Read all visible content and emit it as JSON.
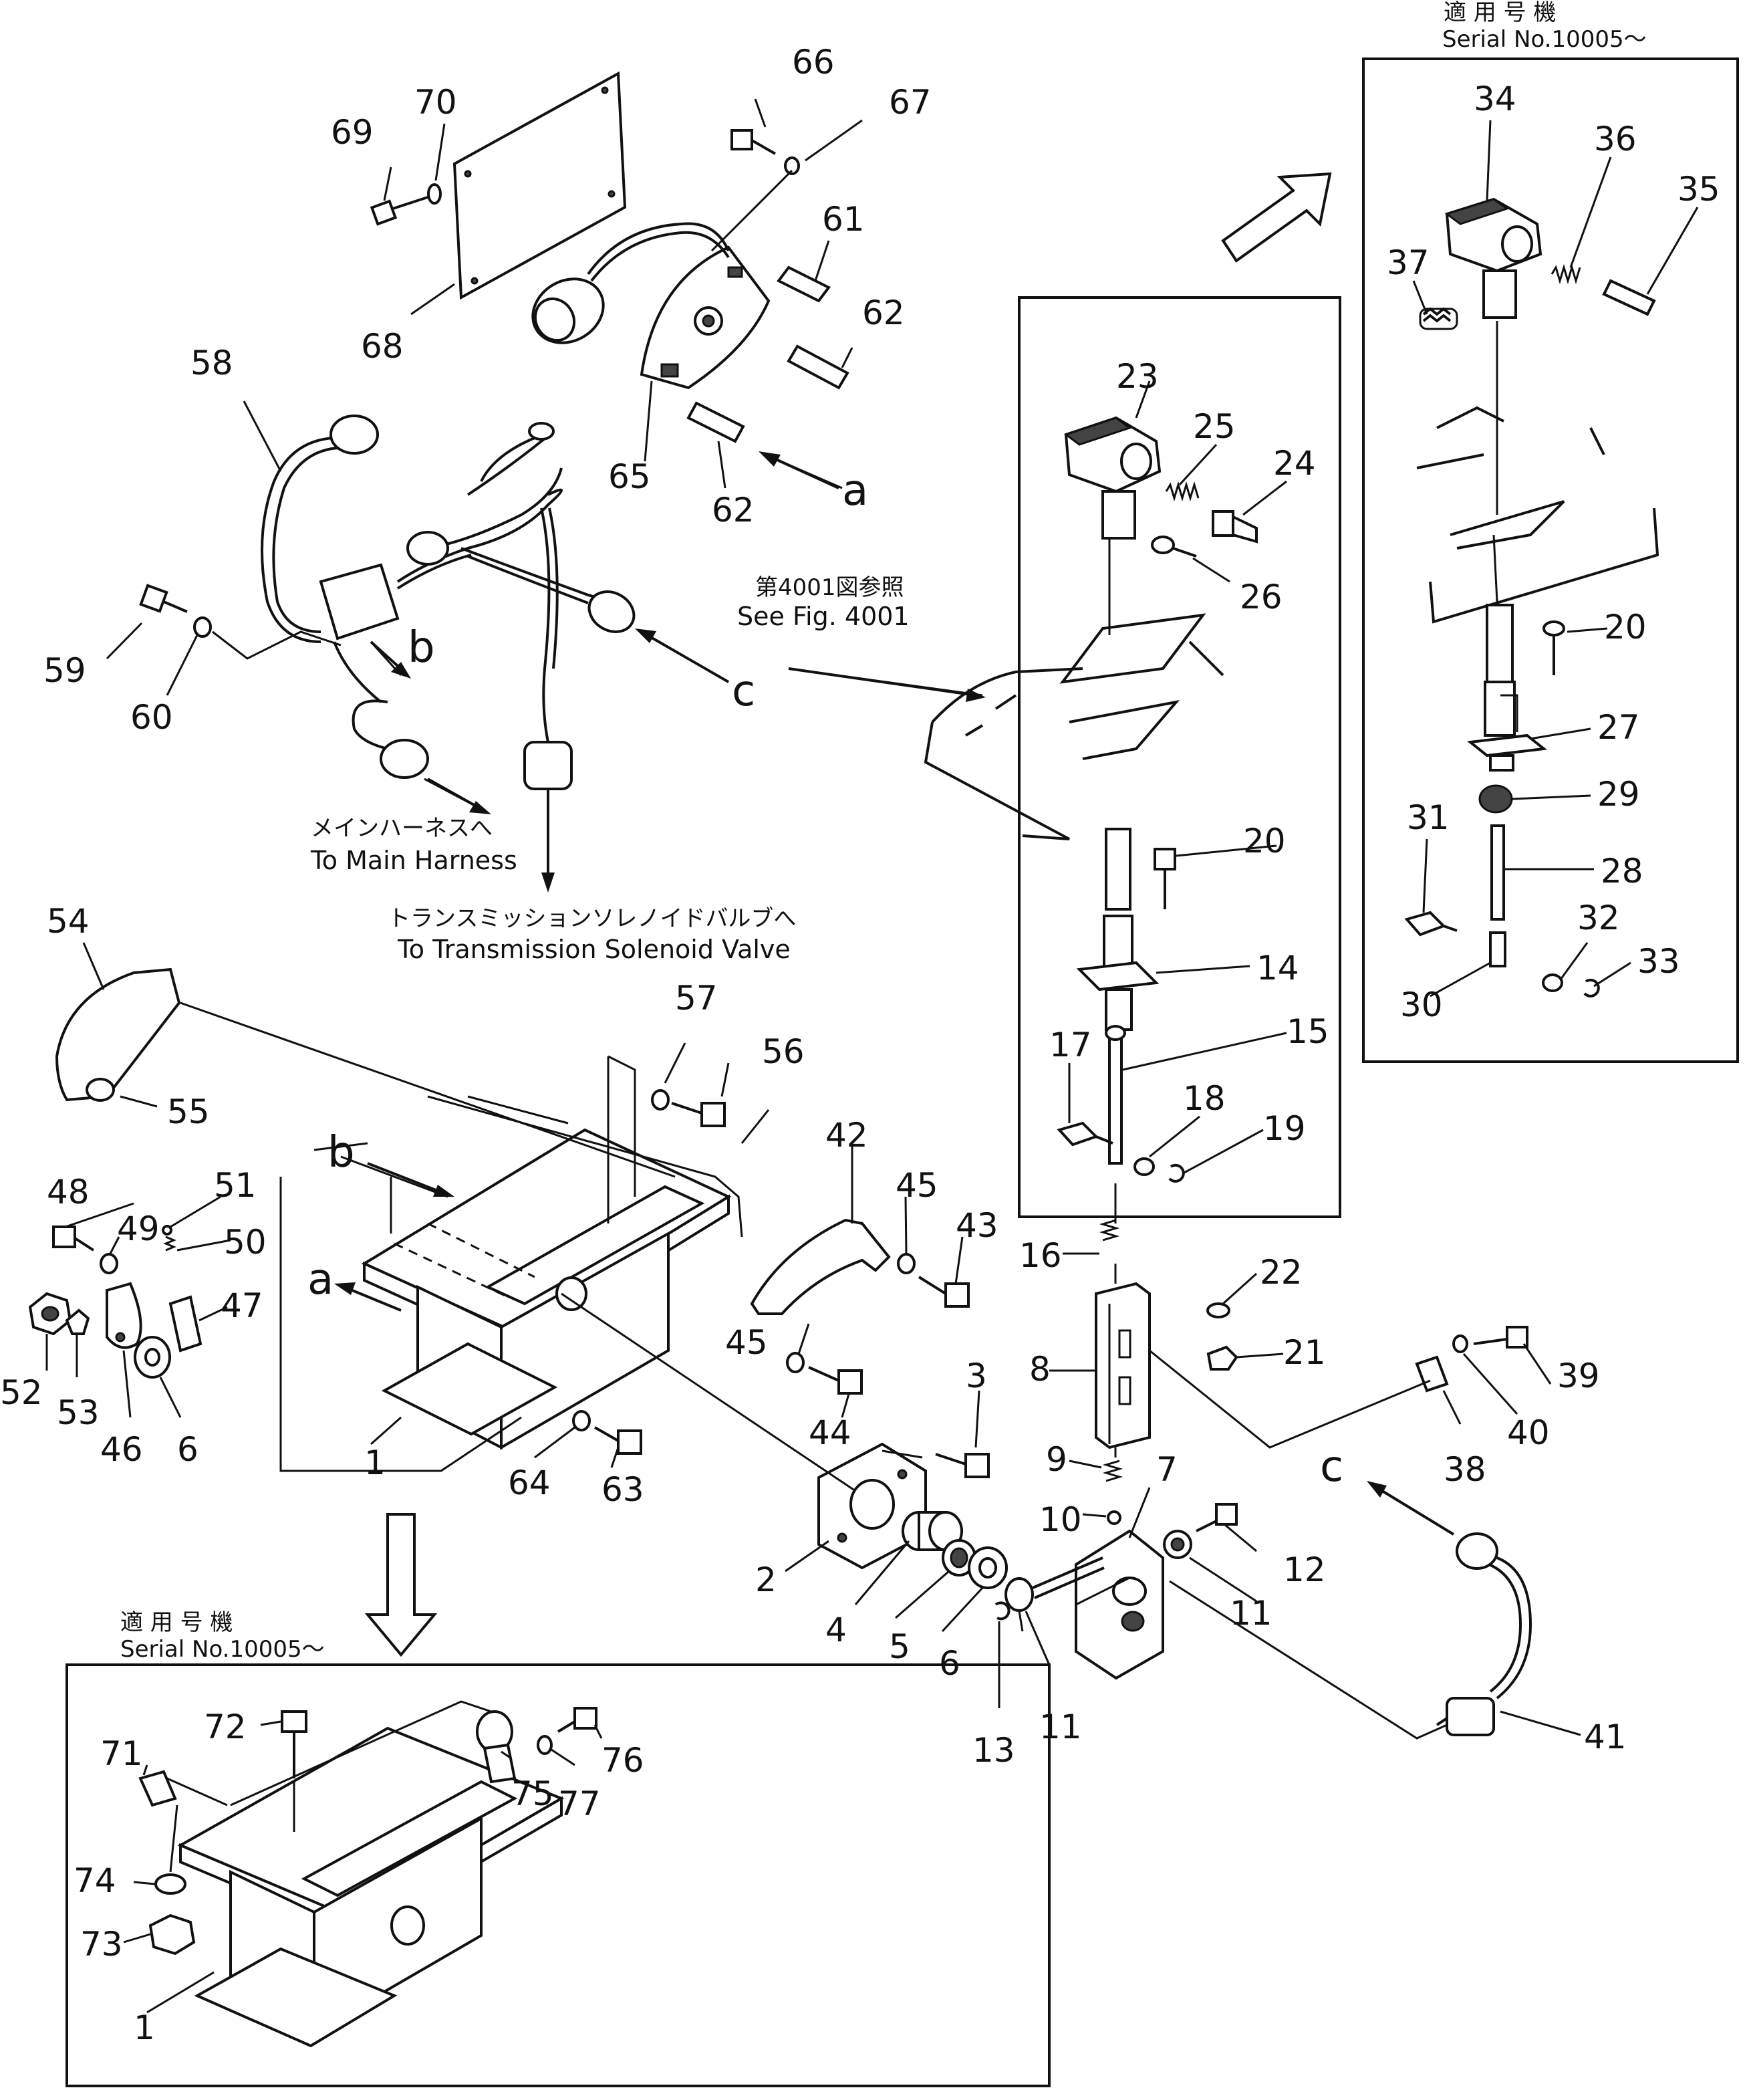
{
  "callouts": [
    "1",
    "2",
    "3",
    "4",
    "5",
    "6",
    "6",
    "7",
    "8",
    "9",
    "10",
    "11",
    "11",
    "12",
    "13",
    "14",
    "15",
    "16",
    "17",
    "18",
    "19",
    "20",
    "20",
    "21",
    "22",
    "23",
    "24",
    "25",
    "26",
    "27",
    "28",
    "29",
    "30",
    "31",
    "32",
    "33",
    "34",
    "35",
    "36",
    "37",
    "38",
    "39",
    "40",
    "41",
    "42",
    "43",
    "44",
    "45",
    "45",
    "46",
    "47",
    "48",
    "49",
    "50",
    "51",
    "52",
    "53",
    "54",
    "55",
    "56",
    "57",
    "58",
    "59",
    "60",
    "61",
    "62",
    "62",
    "63",
    "64",
    "65",
    "66",
    "67",
    "68",
    "69",
    "70",
    "71",
    "72",
    "73",
    "74",
    "75",
    "76",
    "77",
    "1"
  ],
  "letters": [
    "a",
    "b",
    "c",
    "a",
    "b",
    "c"
  ],
  "inset_top": {
    "title_jp": "適 用 号 機",
    "title_en": "Serial No.10005～"
  },
  "inset_bottom": {
    "title_jp": "適 用 号 機",
    "title_en": "Serial No.10005～"
  },
  "ref_fig": {
    "jp": "第4001図参照",
    "en": "See Fig. 4001"
  },
  "to_main": {
    "jp": "メインハーネスへ",
    "en": "To Main Harness"
  },
  "to_valve": {
    "jp": "トランスミッションソレノイドバルブへ",
    "en": "To Transmission Solenoid Valve"
  }
}
